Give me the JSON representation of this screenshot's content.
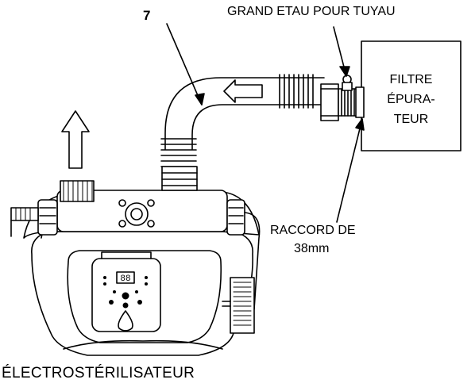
{
  "callout_number": "7",
  "clamp_label": "GRAND ETAU POUR TUYAU",
  "filter_label": [
    "FILTRE",
    "ÉPURA-",
    "TEUR"
  ],
  "fitting_label": [
    "RACCORD DE",
    "38mm"
  ],
  "device_label": "ÉLECTROSTÉRILISATEUR",
  "display_text": "88",
  "colors": {
    "line": "#000000",
    "background": "#ffffff"
  }
}
